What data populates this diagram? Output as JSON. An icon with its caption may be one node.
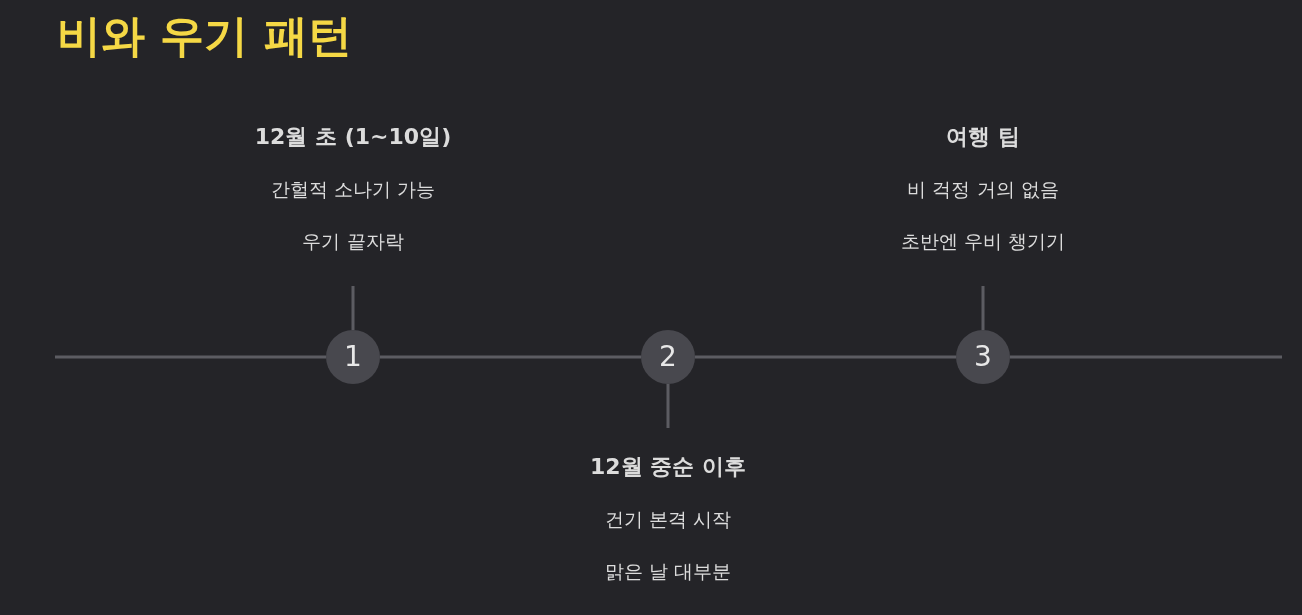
{
  "diagram": {
    "title": "비와 우기 패턴",
    "nodes": [
      {
        "text": [
          "1"
        ]
      },
      {
        "text": [
          "2"
        ]
      },
      {
        "text": [
          "3"
        ]
      },
      {
        "text": [
          "12월 초 (1~10일)",
          "간헐적 소나기 가능",
          "우기 끝자락"
        ]
      },
      {
        "text": [
          "12월 중순 이후",
          "건기 본격 시작",
          "맑은 날 대부분"
        ]
      },
      {
        "text": [
          "여행 팁",
          "비 걱정 거의 없음",
          "초반엔 우비 챙기기"
        ]
      }
    ],
    "edges": [
      {
        "from": null,
        "to": 0,
        "arrow": "none"
      },
      {
        "from": 0,
        "to": 1,
        "arrow": "none"
      },
      {
        "from": 1,
        "to": 2,
        "arrow": "none"
      },
      {
        "from": 2,
        "to": null,
        "arrow": "none"
      },
      {
        "from": 3,
        "to": 0,
        "arrow": "none"
      },
      {
        "from": 1,
        "to": 4,
        "arrow": "none"
      },
      {
        "from": 5,
        "to": 2,
        "arrow": "none"
      }
    ]
  }
}
